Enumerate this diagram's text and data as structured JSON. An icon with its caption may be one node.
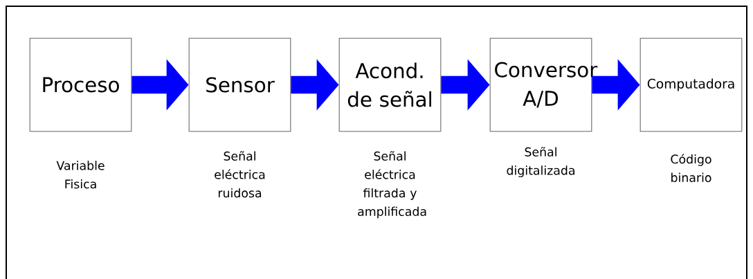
{
  "diagram": {
    "nodes": [
      {
        "text": [
          "Proceso"
        ],
        "beside": [
          "Variable Fisica"
        ]
      },
      {
        "text": [
          "Sensor"
        ],
        "beside": [
          "Señal eléctrica ruidosa"
        ]
      },
      {
        "text": [
          "Acond. de señal"
        ],
        "beside": [
          "Señal eléctrica filtrada y amplificada"
        ]
      },
      {
        "text": [
          "Conversor A/D"
        ],
        "beside": [
          "Señal digitalizada"
        ]
      },
      {
        "text": [
          "Computadora"
        ],
        "beside": [
          "Código binario"
        ]
      }
    ],
    "edges": [
      {
        "from": 0,
        "to": 1,
        "arrow": "to"
      },
      {
        "from": 1,
        "to": 2,
        "arrow": "to"
      },
      {
        "from": 2,
        "to": 3,
        "arrow": "to"
      },
      {
        "from": 3,
        "to": 4,
        "arrow": "to"
      }
    ]
  }
}
